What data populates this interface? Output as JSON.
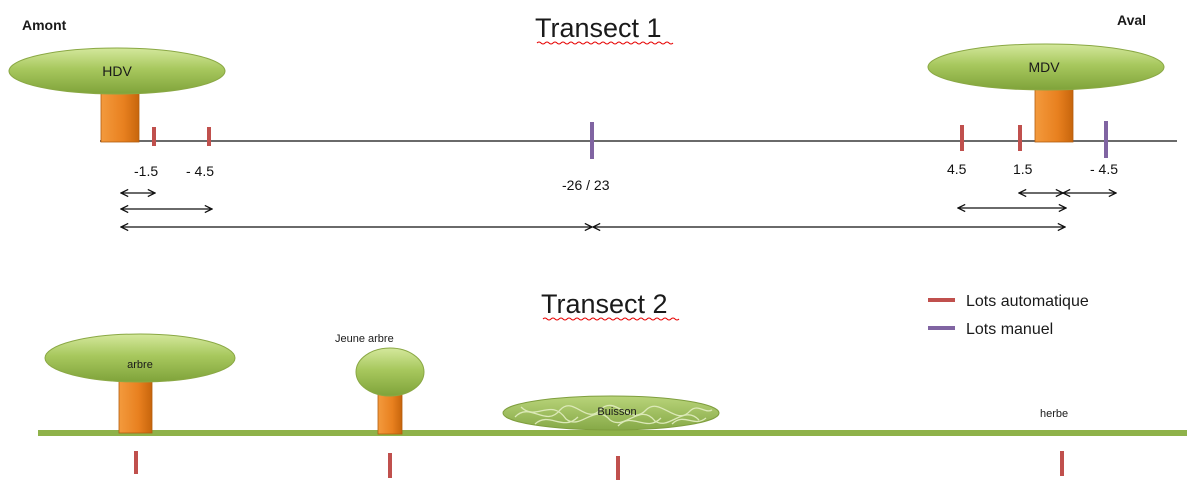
{
  "colors": {
    "auto_lot": "#c0504d",
    "manual_lot": "#8064a2",
    "crown_green": "#9bbb59",
    "trunk_orange": "#e8801f",
    "ground_green": "#8fb24a",
    "spellcheck_underline": "#e60000"
  },
  "transect1": {
    "title": "Transect 1",
    "upstream_label": "Amont",
    "downstream_label": "Aval",
    "tree_left_label": "HDV",
    "tree_right_label": "MDV",
    "tick_labels": [
      "-1.5",
      "- 4.5",
      "-26 / 23",
      "4.5",
      "1.5",
      "- 4.5"
    ]
  },
  "transect2": {
    "title": "Transect 2",
    "plants": {
      "tree": "arbre",
      "young_tree": "Jeune arbre",
      "bush": "Buisson",
      "grass": "herbe"
    }
  },
  "legend": {
    "items": [
      {
        "label": "Lots automatique",
        "color": "#c0504d"
      },
      {
        "label": "Lots manuel",
        "color": "#8064a2"
      }
    ]
  }
}
